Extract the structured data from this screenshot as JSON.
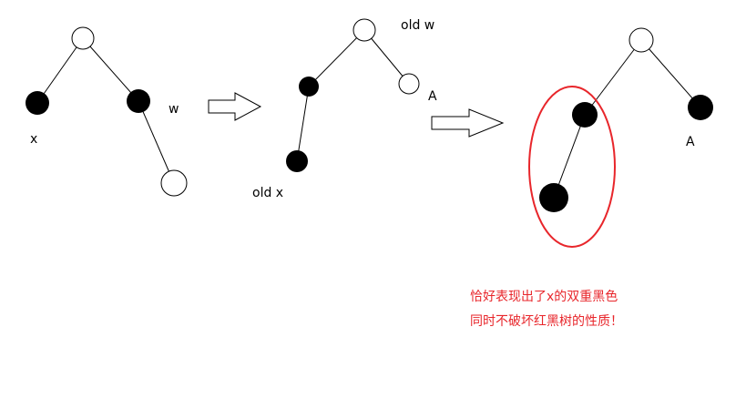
{
  "labels": {
    "x": "x",
    "w": "w",
    "old_x": "old x",
    "old_w": "old w",
    "a_mid": "A",
    "a_right": "A"
  },
  "note": {
    "line1": "恰好表现出了x的双重黑色",
    "line2": "同时不破坏红黑树的性质！"
  },
  "colors": {
    "node_black": "#000000",
    "node_white": "#ffffff",
    "edge": "#000000",
    "highlight": "#e8262b",
    "note_text": "#e8262b"
  }
}
